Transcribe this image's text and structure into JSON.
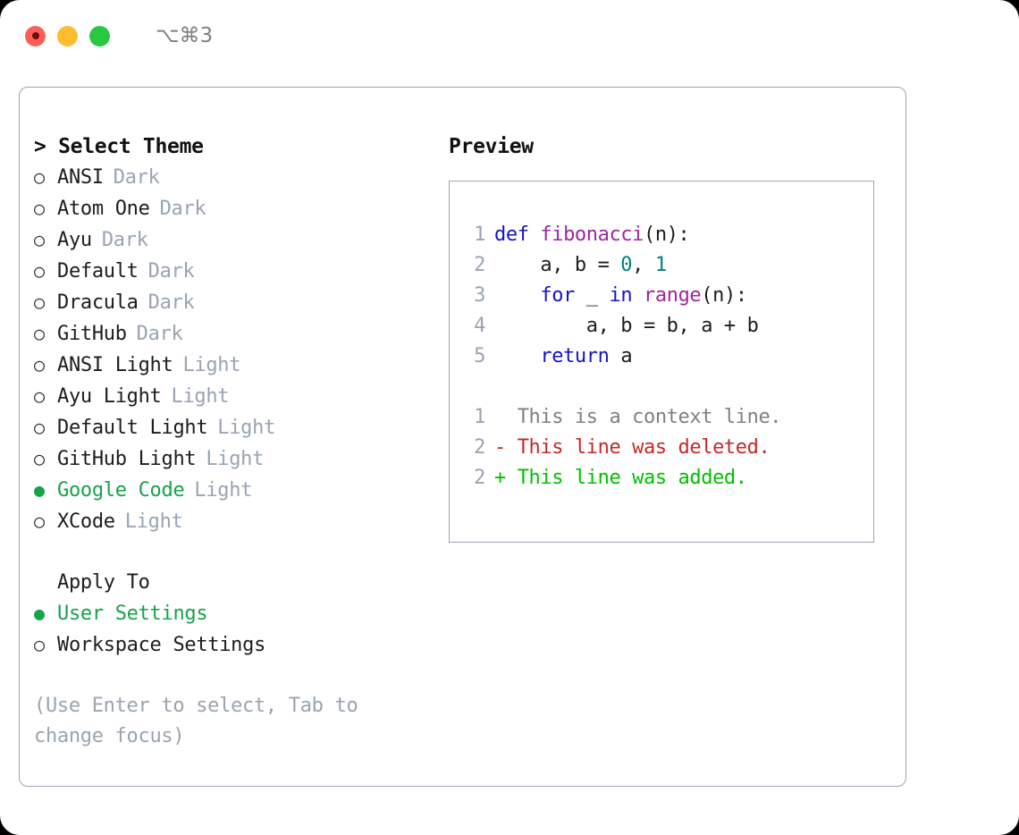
{
  "titlebar": {
    "shortcut": "⌥⌘3",
    "lights": [
      {
        "name": "close",
        "color": "#ff5f57"
      },
      {
        "name": "minimize",
        "color": "#febc2e"
      },
      {
        "name": "maximize",
        "color": "#28c840"
      }
    ]
  },
  "theme_picker": {
    "heading": "> Select Theme",
    "bullet_empty": "○",
    "bullet_filled": "●",
    "items": [
      {
        "label": "ANSI",
        "suffix": "Dark",
        "selected": false
      },
      {
        "label": "Atom One",
        "suffix": "Dark",
        "selected": false
      },
      {
        "label": "Ayu",
        "suffix": "Dark",
        "selected": false
      },
      {
        "label": "Default",
        "suffix": "Dark",
        "selected": false
      },
      {
        "label": "Dracula",
        "suffix": "Dark",
        "selected": false
      },
      {
        "label": "GitHub",
        "suffix": "Dark",
        "selected": false
      },
      {
        "label": "ANSI Light",
        "suffix": "Light",
        "selected": false
      },
      {
        "label": "Ayu Light",
        "suffix": "Light",
        "selected": false
      },
      {
        "label": "Default Light",
        "suffix": "Light",
        "selected": false
      },
      {
        "label": "GitHub Light",
        "suffix": "Light",
        "selected": false
      },
      {
        "label": "Google Code",
        "suffix": "Light",
        "selected": true
      },
      {
        "label": "XCode",
        "suffix": "Light",
        "selected": false
      }
    ]
  },
  "apply_to": {
    "heading": "Apply To",
    "options": [
      {
        "label": "User Settings",
        "selected": true
      },
      {
        "label": "Workspace Settings",
        "selected": false
      }
    ]
  },
  "hint": "(Use Enter to select, Tab to change focus)",
  "preview": {
    "heading": "Preview",
    "code_lines": [
      {
        "no": "1",
        "tokens": [
          {
            "t": "def ",
            "c": "kw"
          },
          {
            "t": "fibonacci",
            "c": "fn"
          },
          {
            "t": "(n):",
            "c": "plain"
          }
        ]
      },
      {
        "no": "2",
        "tokens": [
          {
            "t": "    a, b = ",
            "c": "plain"
          },
          {
            "t": "0",
            "c": "num"
          },
          {
            "t": ", ",
            "c": "plain"
          },
          {
            "t": "1",
            "c": "num"
          }
        ]
      },
      {
        "no": "3",
        "tokens": [
          {
            "t": "    ",
            "c": "plain"
          },
          {
            "t": "for",
            "c": "kw"
          },
          {
            "t": " _ ",
            "c": "plain"
          },
          {
            "t": "in",
            "c": "kw"
          },
          {
            "t": " ",
            "c": "plain"
          },
          {
            "t": "range",
            "c": "fn"
          },
          {
            "t": "(n):",
            "c": "plain"
          }
        ]
      },
      {
        "no": "4",
        "tokens": [
          {
            "t": "        a, b = b, a + b",
            "c": "plain"
          }
        ]
      },
      {
        "no": "5",
        "tokens": [
          {
            "t": "    ",
            "c": "plain"
          },
          {
            "t": "return",
            "c": "kw"
          },
          {
            "t": " a",
            "c": "plain"
          }
        ]
      }
    ],
    "diff_lines": [
      {
        "no": "1",
        "marker": "  ",
        "text": "This is a context line.",
        "kind": "ctx"
      },
      {
        "no": "2",
        "marker": "- ",
        "text": "This line was deleted.",
        "kind": "del"
      },
      {
        "no": "2",
        "marker": "+ ",
        "text": "This line was added.",
        "kind": "add"
      }
    ]
  },
  "colors": {
    "accent_green": "#16a34a",
    "muted": "#9aa4b2",
    "border": "#9aa5b4",
    "keyword": "#1414c8",
    "function": "#9c27a0",
    "number": "#008080",
    "diff_add": "#00c000",
    "diff_del": "#c62828"
  }
}
